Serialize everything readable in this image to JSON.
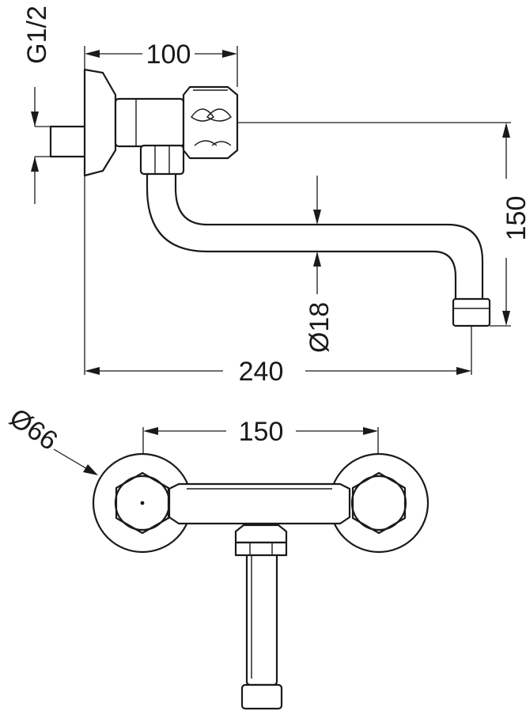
{
  "dimensions": {
    "thread": "G1/2",
    "depth": "100",
    "height": "150",
    "pipe_diameter": "Ø18",
    "reach": "240",
    "center_distance": "150",
    "flange_diameter": "Ø66"
  }
}
